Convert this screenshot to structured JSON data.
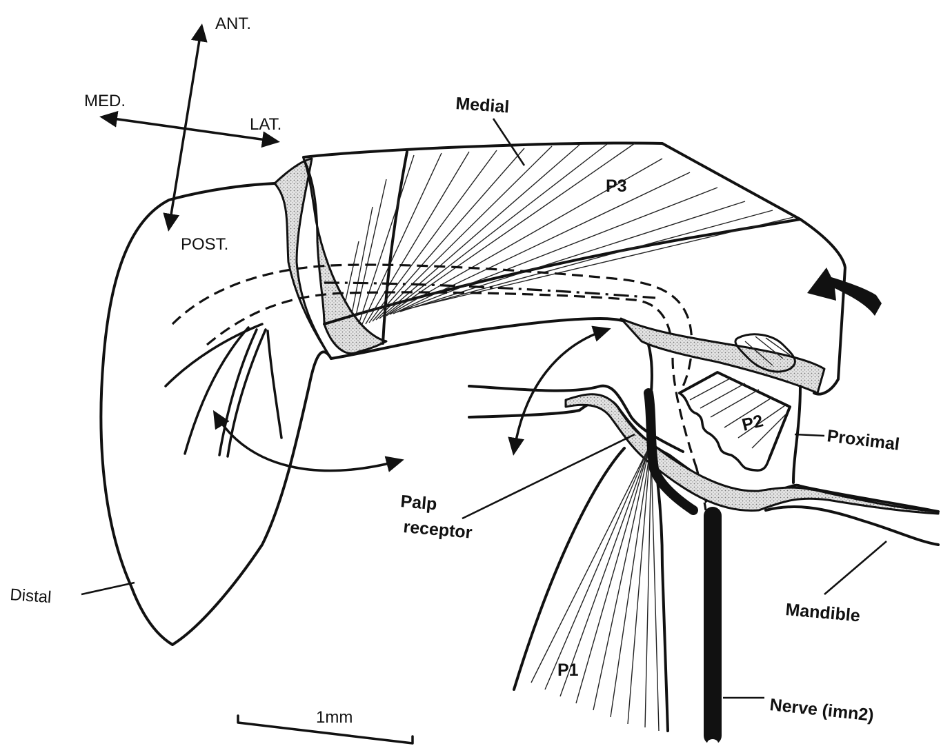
{
  "orientation": {
    "anterior": "ANT.",
    "posterior": "POST.",
    "medial": "MED.",
    "lateral": "LAT."
  },
  "labels": {
    "medial": "Medial",
    "p3": "P3",
    "p2": "P2",
    "p1": "P1",
    "proximal": "Proximal",
    "palp_receptor_line1": "Palp",
    "palp_receptor_line2": "receptor",
    "distal": "Distal",
    "mandible": "Mandible",
    "nerve": "Nerve (imn2)"
  },
  "scale_bar": {
    "label": "1mm"
  }
}
